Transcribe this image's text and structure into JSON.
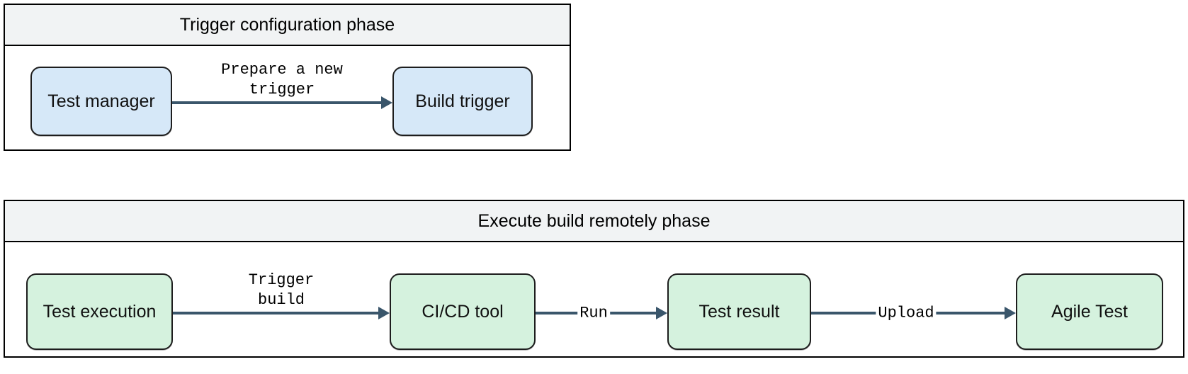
{
  "diagram": {
    "title_colors": {
      "header_bg": "#f1f3f4",
      "border": "#000000",
      "node_blue": "#d6e8f8",
      "node_green": "#d5f2de",
      "edge": "#3a566b"
    },
    "phases": [
      {
        "id": "trigger-configuration-phase",
        "header": "Trigger configuration phase",
        "nodes": [
          {
            "id": "test-manager",
            "label": "Test manager",
            "color": "blue"
          },
          {
            "id": "build-trigger",
            "label": "Build trigger",
            "color": "blue"
          }
        ],
        "edges": [
          {
            "id": "prepare-a-new-trigger",
            "label": "Prepare a new\ntrigger",
            "from": "test-manager",
            "to": "build-trigger"
          }
        ]
      },
      {
        "id": "execute-build-remotely-phase",
        "header": "Execute build remotely phase",
        "nodes": [
          {
            "id": "test-execution",
            "label": "Test execution",
            "color": "green"
          },
          {
            "id": "ci-cd-tool",
            "label": "CI/CD tool",
            "color": "green"
          },
          {
            "id": "test-result",
            "label": "Test result",
            "color": "green"
          },
          {
            "id": "agile-test",
            "label": "Agile Test",
            "color": "green"
          }
        ],
        "edges": [
          {
            "id": "trigger-build",
            "label": "Trigger\nbuild",
            "from": "test-execution",
            "to": "ci-cd-tool"
          },
          {
            "id": "run",
            "label": "Run",
            "from": "ci-cd-tool",
            "to": "test-result"
          },
          {
            "id": "upload",
            "label": "Upload",
            "from": "test-result",
            "to": "agile-test"
          }
        ]
      }
    ]
  }
}
